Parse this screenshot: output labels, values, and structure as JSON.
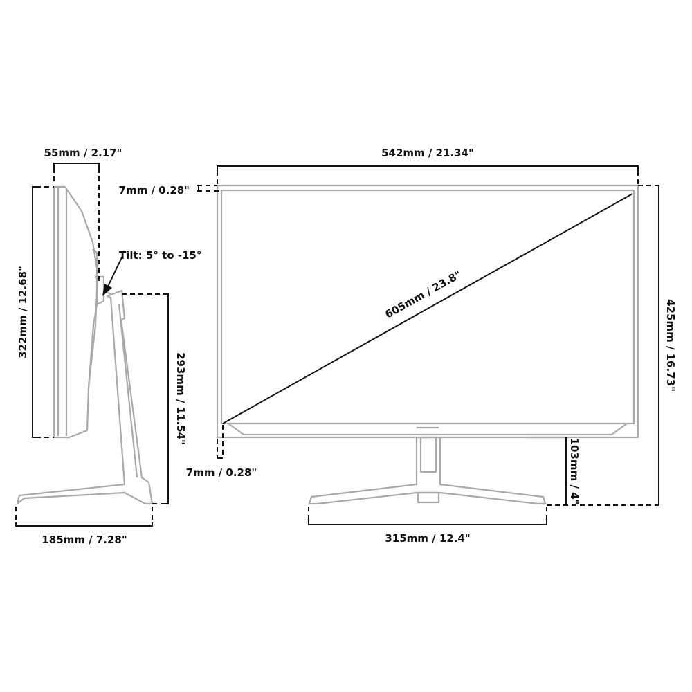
{
  "side_view": {
    "depth_label": "55mm / 2.17\"",
    "height_label": "322mm / 12.68\"",
    "stand_height_label": "293mm / 11.54\"",
    "base_depth_label": "185mm / 7.28\"",
    "tilt_label": "Tilt: 5° to -15°"
  },
  "front_view": {
    "width_label": "542mm / 21.34\"",
    "top_bezel_label": "7mm / 0.28\"",
    "side_bezel_label": "7mm / 0.28\"",
    "diagonal_label": "605mm / 23.8\"",
    "height_label": "425mm / 16.73\"",
    "clearance_label": "103mm / 4\"",
    "base_width_label": "315mm / 12.4\""
  },
  "colors": {
    "device_outline": "#a9a9a9",
    "dimension_line": "#111111"
  }
}
